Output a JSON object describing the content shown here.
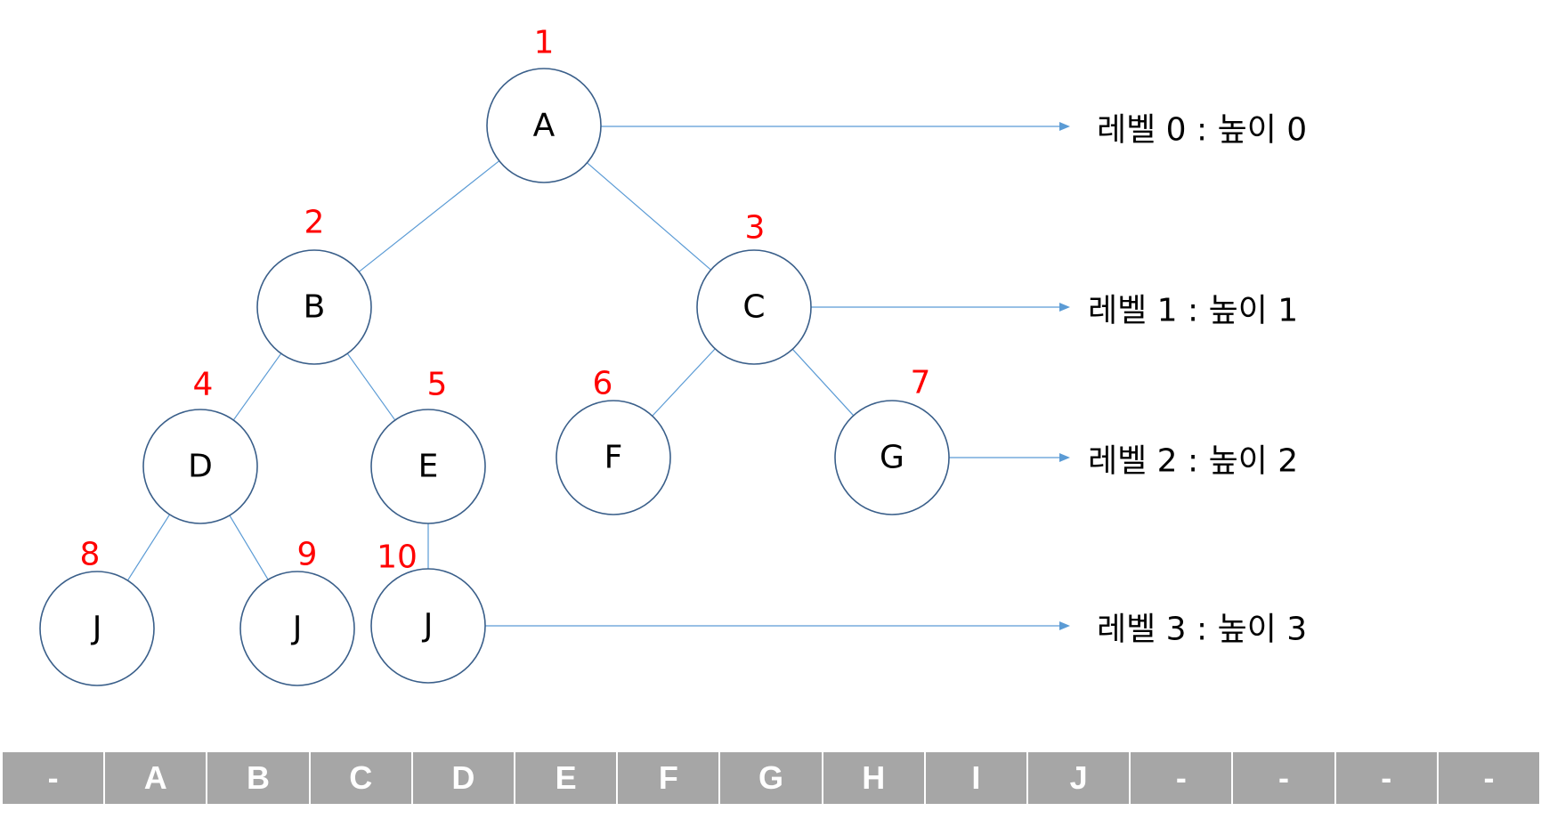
{
  "nodes": [
    {
      "id": "A",
      "label": "A",
      "index": "1"
    },
    {
      "id": "B",
      "label": "B",
      "index": "2"
    },
    {
      "id": "C",
      "label": "C",
      "index": "3"
    },
    {
      "id": "D",
      "label": "D",
      "index": "4"
    },
    {
      "id": "E",
      "label": "E",
      "index": "5"
    },
    {
      "id": "F",
      "label": "F",
      "index": "6"
    },
    {
      "id": "G",
      "label": "G",
      "index": "7"
    },
    {
      "id": "J1",
      "label": "J",
      "index": "8"
    },
    {
      "id": "J2",
      "label": "J",
      "index": "9"
    },
    {
      "id": "J3",
      "label": "J",
      "index": "10"
    }
  ],
  "edges": [
    [
      "A",
      "B"
    ],
    [
      "A",
      "C"
    ],
    [
      "B",
      "D"
    ],
    [
      "B",
      "E"
    ],
    [
      "C",
      "F"
    ],
    [
      "C",
      "G"
    ],
    [
      "D",
      "J1"
    ],
    [
      "D",
      "J2"
    ],
    [
      "E",
      "J3"
    ]
  ],
  "levels": [
    {
      "label": "레벨 0 : 높이 0",
      "from": "A"
    },
    {
      "label": "레벨 1 : 높이 1",
      "from": "C"
    },
    {
      "label": "레벨 2 : 높이 2",
      "from": "G"
    },
    {
      "label": "레벨 3 : 높이 3",
      "from": "J3"
    }
  ],
  "array_cells": [
    "-",
    "A",
    "B",
    "C",
    "D",
    "E",
    "F",
    "G",
    "H",
    "I",
    "J",
    "-",
    "-",
    "-",
    "-"
  ],
  "colors": {
    "edge": "#5b9bd5",
    "node_stroke": "#3a5f8a",
    "index": "#ff0000",
    "array_bg": "#a6a6a6"
  }
}
